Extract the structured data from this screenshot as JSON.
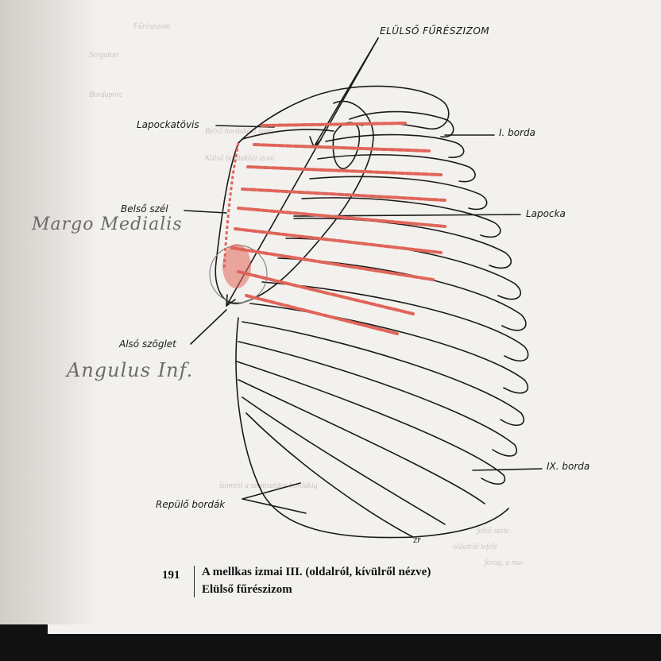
{
  "labels": {
    "serratus_top": "ELÜLSŐ FŰRÉSZIZOM",
    "acromion": "Lapockatövis",
    "rib1": "I. borda",
    "medial_border": "Belső szél",
    "scapula": "Lapocka",
    "inferior_angle": "Alsó szöglet",
    "rib9": "IX. borda",
    "floating_ribs": "Repülő bordák",
    "signature": "ZF"
  },
  "handwriting": {
    "margo": "Margo Medialis",
    "angulus": "Angulus Inf."
  },
  "caption": {
    "number": "191",
    "line1": "A mellkas izmai III. (oldalról, kívülről nézve)",
    "line2": "Elülső fűrészizom"
  },
  "bleed_through": {
    "t1": "Fűrészizom",
    "t2": "Sorgatott",
    "t3": "Bordaporc",
    "t4": "Belső bordaközi izom",
    "t5": "Külső bordaközi izom",
    "t6": "izomtól a szomszédos bordákig",
    "t7": "felső széle",
    "t8": "oldalról lefelé",
    "t9": "forog, a ma-"
  },
  "colors": {
    "ink": "#1a1a1a",
    "muscle": "#e0655a",
    "paper": "#f3f1ee"
  }
}
